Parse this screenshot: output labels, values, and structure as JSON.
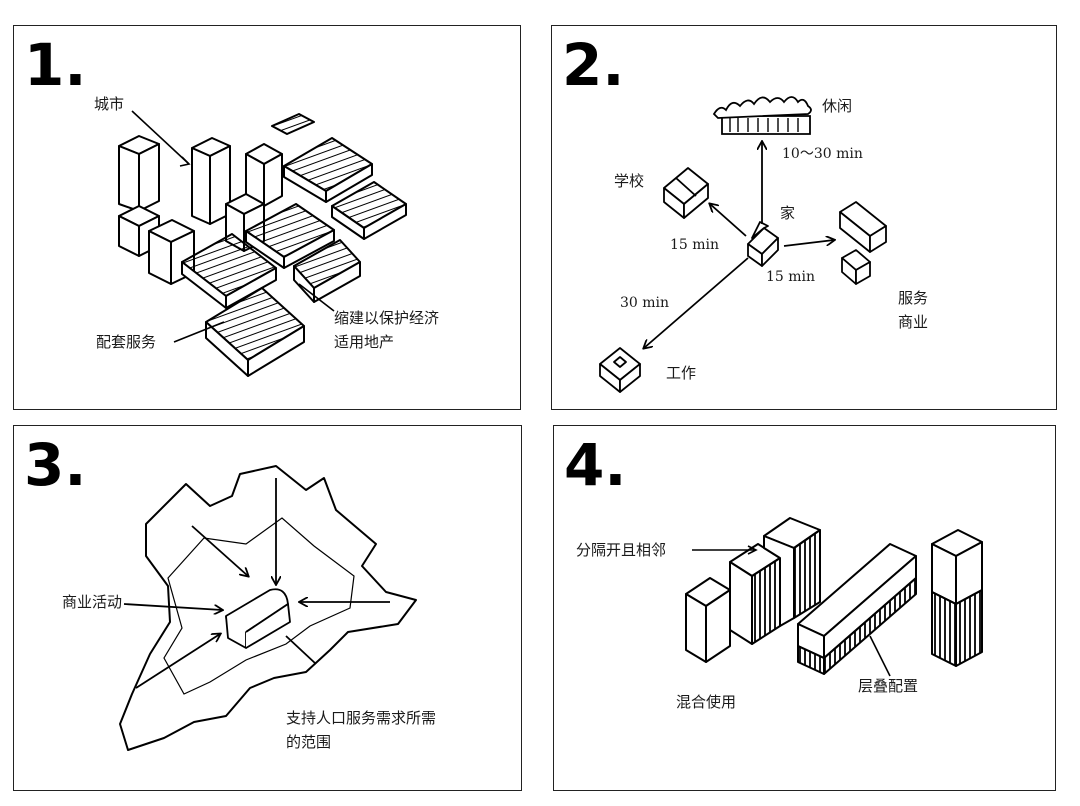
{
  "panels": [
    {
      "number": "1.",
      "labels": {
        "city": "城市",
        "support_services": "配套服务",
        "infill_line1": "缩建以保护经济",
        "infill_line2": "适用地产"
      }
    },
    {
      "number": "2.",
      "labels": {
        "leisure": "休闲",
        "leisure_time": "10～30 min",
        "school": "学校",
        "home": "家",
        "school_time": "15 min",
        "service_time": "15 min",
        "service_line1": "服务",
        "service_line2": "商业",
        "work_time": "30 min",
        "work": "工作"
      }
    },
    {
      "number": "3.",
      "labels": {
        "commercial_activity": "商业活动",
        "range_line1": "支持人口服务需求所需",
        "range_line2": "的范围"
      }
    },
    {
      "number": "4.",
      "labels": {
        "separated_adjacent": "分隔开且相邻",
        "mixed_use": "混合使用",
        "stacked": "层叠配置"
      }
    }
  ],
  "icons": {
    "panel2_leisure": "tree-row-icon",
    "panel2_home": "house-icon",
    "panel2_school": "school-building-icon",
    "panel2_services": "shop-buildings-icon",
    "panel2_work": "office-icon"
  }
}
